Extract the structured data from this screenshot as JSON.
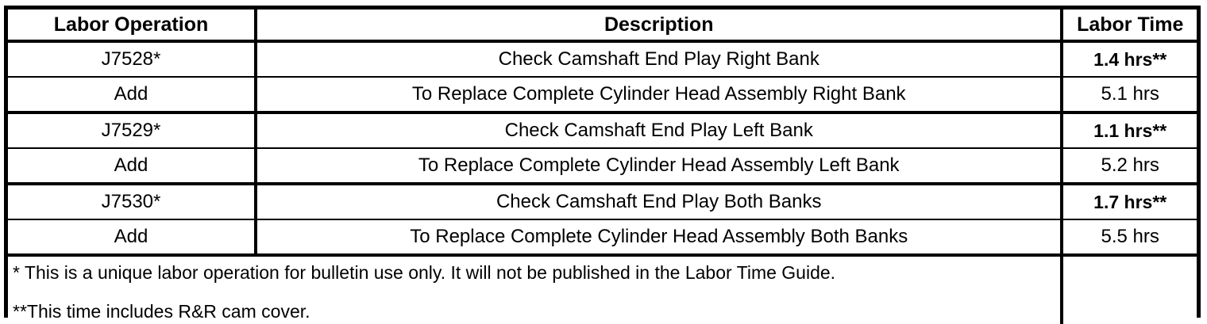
{
  "table": {
    "columns": [
      {
        "key": "labor_operation",
        "label": "Labor Operation"
      },
      {
        "key": "description",
        "label": "Description"
      },
      {
        "key": "labor_time",
        "label": "Labor Time"
      }
    ],
    "rows": [
      {
        "labor_operation": "J7528*",
        "description": "Check Camshaft End Play Right Bank",
        "labor_time": "1.4 hrs**",
        "time_emphasis": true,
        "rule_below": "thin"
      },
      {
        "labor_operation": "Add",
        "description": "To Replace Complete Cylinder Head Assembly Right Bank",
        "labor_time": "5.1 hrs",
        "time_emphasis": false,
        "rule_below": "thick"
      },
      {
        "labor_operation": "J7529*",
        "description": "Check Camshaft End Play Left Bank",
        "labor_time": "1.1 hrs**",
        "time_emphasis": true,
        "rule_below": "thin"
      },
      {
        "labor_operation": "Add",
        "description": "To Replace Complete Cylinder Head Assembly Left Bank",
        "labor_time": "5.2 hrs",
        "time_emphasis": false,
        "rule_below": "thick"
      },
      {
        "labor_operation": "J7530*",
        "description": "Check Camshaft End Play Both Banks",
        "labor_time": "1.7 hrs**",
        "time_emphasis": true,
        "rule_below": "thin"
      },
      {
        "labor_operation": "Add",
        "description": "To Replace Complete Cylinder Head Assembly Both Banks",
        "labor_time": "5.5 hrs",
        "time_emphasis": false,
        "rule_below": "thick"
      }
    ],
    "footnotes": {
      "single_asterisk": "* This is a unique labor operation for bulletin use only. It will not be published in the Labor Time Guide.",
      "double_asterisk": "**This time includes R&R cam cover.",
      "labor_time_cell": ""
    }
  },
  "colors": {
    "border": "#000000",
    "text": "#000000",
    "background": "#ffffff"
  }
}
